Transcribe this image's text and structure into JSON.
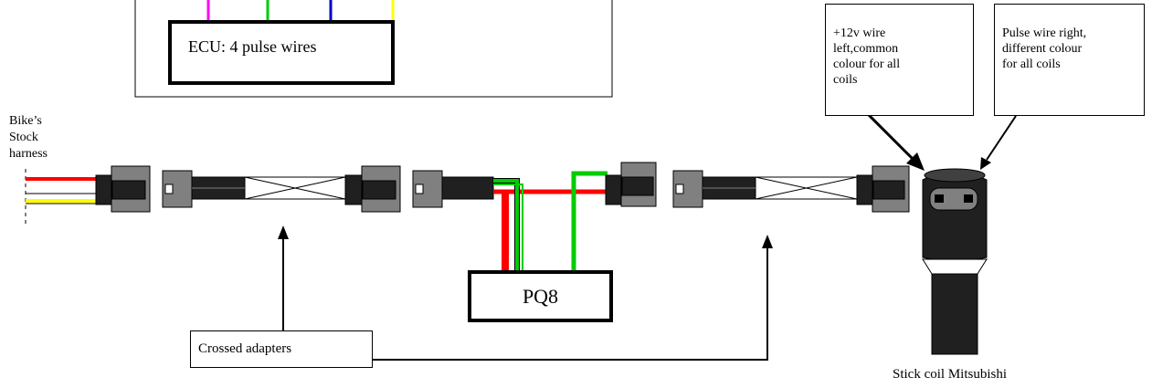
{
  "ecu": {
    "label": "ECU: 4 pulse wires"
  },
  "ecu_wire_colors": [
    "#ff00ff",
    "#00cc00",
    "#0000cc",
    "#ffff00"
  ],
  "bike_label": "Bike’s\nStock\nharness",
  "pq8": {
    "label": "PQ8"
  },
  "crossed_adapters": {
    "label": "Crossed adapters"
  },
  "note_12v": {
    "text": "+12v wire\nleft,common\ncolour for all\ncoils"
  },
  "note_pulse": {
    "text": "Pulse wire right,\ndifferent colour\nfor all coils"
  },
  "coil": {
    "label": "Stick coil Mitsubishi"
  },
  "wire_colors": {
    "red": "#ff0000",
    "green": "#00cc00",
    "yellow": "#ffff00",
    "black": "#000000"
  },
  "connector_colors": {
    "body": "#808080",
    "dark": "#202020"
  }
}
